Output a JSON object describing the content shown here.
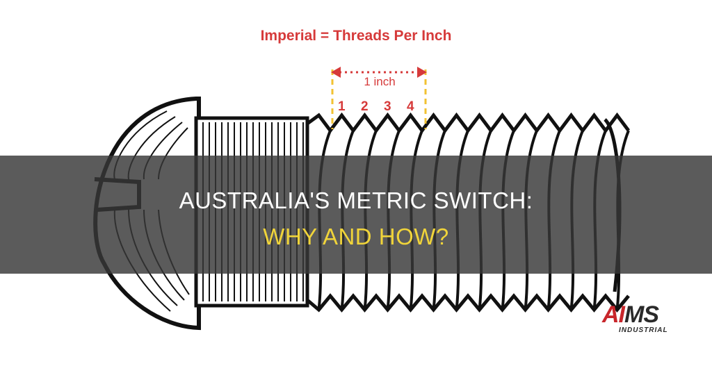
{
  "diagram": {
    "title": "Imperial = Threads Per Inch",
    "measure_label": "1 inch",
    "thread_numbers": [
      "1",
      "2",
      "3",
      "4"
    ],
    "accent_color": "#d63a3a"
  },
  "banner": {
    "line1": "AUSTRALIA'S METRIC SWITCH:",
    "line2": "WHY AND HOW?",
    "line2_color": "#f0d43a"
  },
  "logo": {
    "mark_head": "AI",
    "mark_tail": "MS",
    "subtitle": "INDUSTRIAL"
  }
}
